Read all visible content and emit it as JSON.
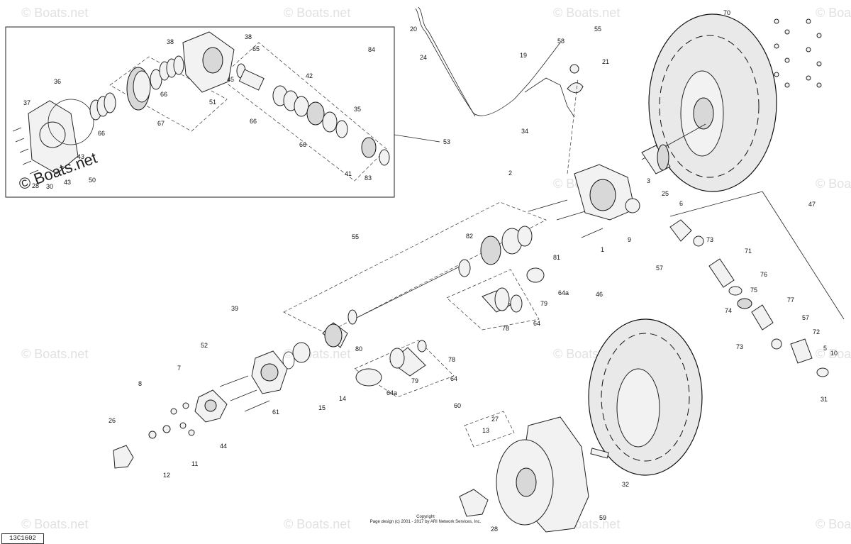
{
  "diagram": {
    "code": "13C1602",
    "copyright_line1": "Copyright",
    "copyright_line2": "Page design (c) 2001 - 2017 by ARI Network Services, Inc.",
    "watermark": "© Boats.net",
    "inset_watermark": "© Boats.net",
    "callouts": {
      "c70": "70",
      "c55a": "55",
      "c58": "58",
      "c21": "21",
      "c19": "19",
      "c24": "24",
      "c34": "34",
      "c84": "84",
      "c38": "38",
      "c65": "65",
      "c36": "36",
      "c45": "45",
      "c42": "42",
      "c51": "51",
      "c66a": "66",
      "c66b": "66",
      "c66c": "66",
      "c66d": "66",
      "c67": "67",
      "c37": "37",
      "c35": "35",
      "c43a": "43",
      "c43b": "43",
      "c50": "50",
      "c28": "28",
      "c30": "30",
      "c41": "41",
      "c83": "83",
      "c53": "53",
      "c2": "2",
      "c3": "3",
      "c25": "25",
      "c6": "6",
      "c9": "9",
      "c1": "1",
      "c47": "47",
      "c55b": "55",
      "c82": "82",
      "c81": "81",
      "c73a": "73",
      "c57a": "57",
      "c71": "71",
      "c76": "76",
      "c74": "74",
      "c75": "75",
      "c77": "77",
      "c64a": "64a",
      "c79a": "79",
      "c78a": "78",
      "c64b": "64",
      "c46": "46",
      "c39": "39",
      "c80": "80",
      "c78b": "78",
      "c79b": "79",
      "c64c": "64",
      "c64d": "64a",
      "c57b": "57",
      "c72": "72",
      "c73b": "73",
      "c5": "5",
      "c10": "10",
      "c31": "31",
      "c52": "52",
      "c7": "7",
      "c14": "14",
      "c15": "15",
      "c61": "61",
      "c8": "8",
      "c26": "26",
      "c44": "44",
      "c11": "11",
      "c12": "12",
      "c60": "60",
      "c27": "27",
      "c13": "13",
      "c32": "32",
      "c59": "59",
      "c28b": "28",
      "c20": "20"
    }
  }
}
